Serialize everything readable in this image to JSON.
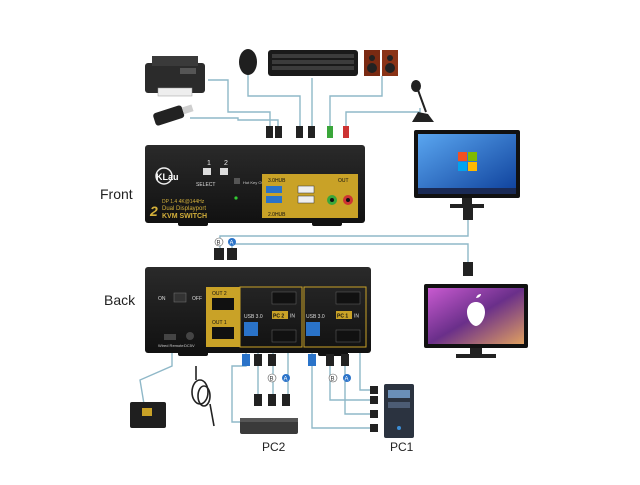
{
  "labels": {
    "front": "Front",
    "back": "Back",
    "pc1": "PC1",
    "pc2": "PC2"
  },
  "front_panel": {
    "brand": "KLau",
    "port_numbers": [
      "1",
      "2"
    ],
    "select_label": "SELECT",
    "hotkey_label": "Hot Key ON/OFF",
    "usb30_label": "3.0HUB",
    "usb20_label": "2.0HUB",
    "out_label": "OUT",
    "product_line1": "DP 1.4 4K@144Hz",
    "product_line2": "Dual Displayport",
    "product_line3": "KVM SWITCH",
    "product_prefix": "2"
  },
  "back_panel": {
    "on_label": "ON",
    "off_label": "OFF",
    "out1_label": "OUT 1",
    "out2_label": "OUT 2",
    "usb30_left": "USB 3.0",
    "usb30_right": "USB 3.0",
    "pc2_tag": "PC 2",
    "pc1_tag": "PC 1",
    "in_label": "IN",
    "remote_label": "Wired Remote",
    "dc_label": "DC5V"
  },
  "cable_markers": [
    "B",
    "A"
  ],
  "colors": {
    "kvm_body": "#1d1d1d",
    "gold_panel": "#c9a227",
    "cable_line": "#8fb8c8",
    "usb_blue": "#2a73c9",
    "windows_blue": "#1e66c8",
    "mac_purple": "#6a2f8a"
  }
}
